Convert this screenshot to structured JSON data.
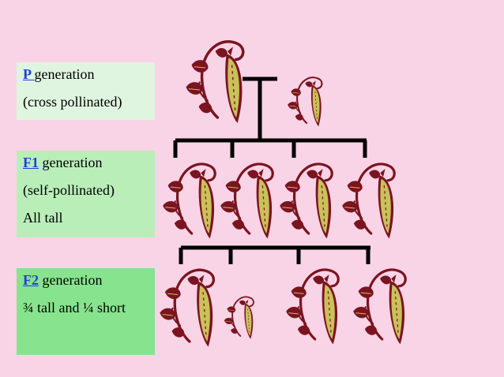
{
  "p_box": {
    "link": "P ",
    "label": " generation",
    "line2": "(cross pollinated)"
  },
  "f1_box": {
    "link": "F1",
    "label": " generation",
    "line2": "(self-pollinated)",
    "line3": "All tall"
  },
  "f2_box": {
    "link": "F2",
    "label": " generation",
    "line2": "¾ tall and ¼ short"
  },
  "colors": {
    "background": "#f9d3e6",
    "leaf": "#7a1420",
    "pod": "#c9c15a",
    "line": "#000000",
    "link": "#1f3fd6"
  },
  "plants": {
    "p": [
      "tall",
      "short"
    ],
    "f1": [
      "tall",
      "tall",
      "tall",
      "tall"
    ],
    "f2": [
      "tall",
      "short",
      "tall",
      "tall"
    ]
  }
}
